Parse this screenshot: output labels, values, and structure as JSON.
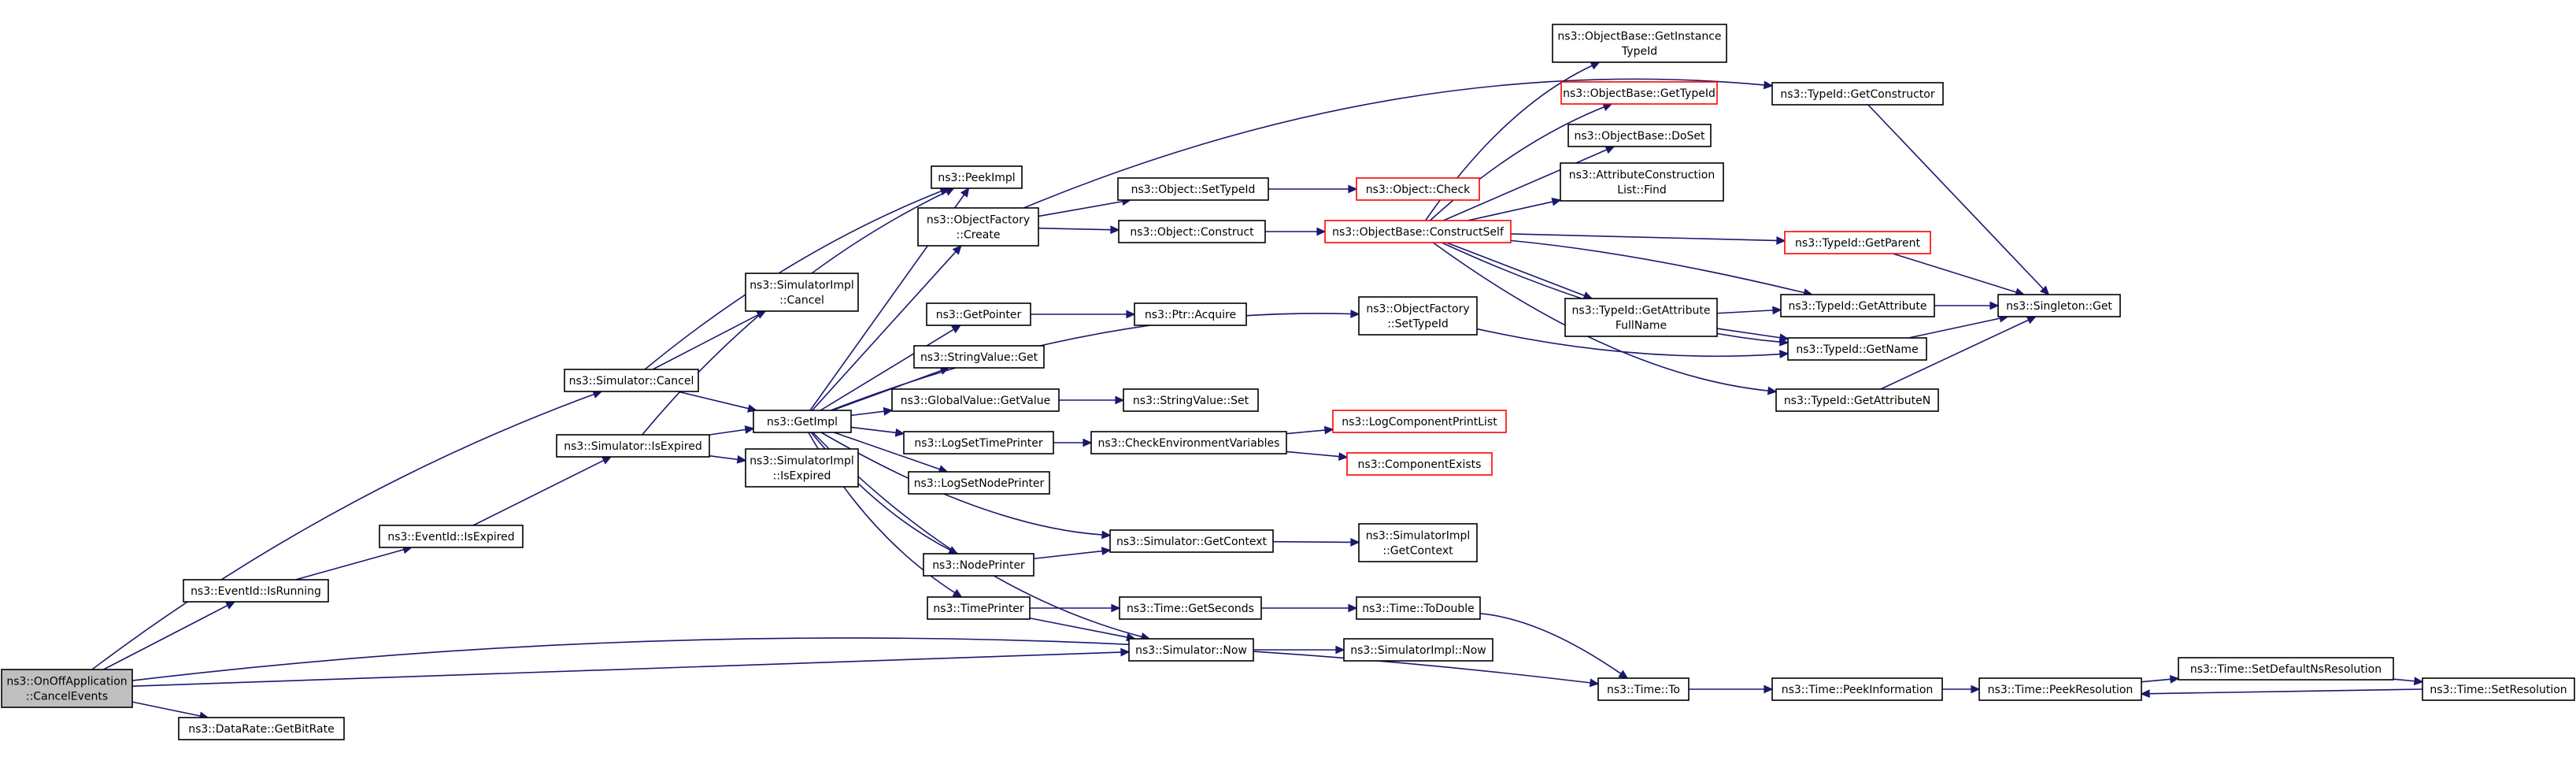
{
  "graph": {
    "nodes": [
      {
        "id": "root",
        "lines": [
          "ns3::OnOffApplication",
          "::CancelEvents"
        ],
        "kind": "root"
      },
      {
        "id": "bitrate",
        "lines": [
          "ns3::DataRate::GetBitRate"
        ]
      },
      {
        "id": "isrunning",
        "lines": [
          "ns3::EventId::IsRunning"
        ]
      },
      {
        "id": "evisexpired",
        "lines": [
          "ns3::EventId::IsExpired"
        ]
      },
      {
        "id": "simisexpired",
        "lines": [
          "ns3::Simulator::IsExpired"
        ]
      },
      {
        "id": "simcancel",
        "lines": [
          "ns3::Simulator::Cancel"
        ]
      },
      {
        "id": "implcancel",
        "lines": [
          "ns3::SimulatorImpl",
          "::Cancel"
        ]
      },
      {
        "id": "implisexpired",
        "lines": [
          "ns3::SimulatorImpl",
          "::IsExpired"
        ]
      },
      {
        "id": "getimpl",
        "lines": [
          "ns3::GetImpl"
        ]
      },
      {
        "id": "peekimpl",
        "lines": [
          "ns3::PeekImpl"
        ]
      },
      {
        "id": "ofcreate",
        "lines": [
          "ns3::ObjectFactory",
          "::Create"
        ]
      },
      {
        "id": "getpointer",
        "lines": [
          "ns3::GetPointer"
        ]
      },
      {
        "id": "stringget",
        "lines": [
          "ns3::StringValue::Get"
        ]
      },
      {
        "id": "gvgetvalue",
        "lines": [
          "ns3::GlobalValue::GetValue"
        ]
      },
      {
        "id": "logsettime",
        "lines": [
          "ns3::LogSetTimePrinter"
        ]
      },
      {
        "id": "logsetnode",
        "lines": [
          "ns3::LogSetNodePrinter"
        ]
      },
      {
        "id": "nodeprinter",
        "lines": [
          "ns3::NodePrinter"
        ]
      },
      {
        "id": "timeprinter",
        "lines": [
          "ns3::TimePrinter"
        ]
      },
      {
        "id": "settypeid",
        "lines": [
          "ns3::Object::SetTypeId"
        ]
      },
      {
        "id": "construct",
        "lines": [
          "ns3::Object::Construct"
        ]
      },
      {
        "id": "ptracquire",
        "lines": [
          "ns3::Ptr::Acquire"
        ]
      },
      {
        "id": "stringset",
        "lines": [
          "ns3::StringValue::Set"
        ]
      },
      {
        "id": "checkenv",
        "lines": [
          "ns3::CheckEnvironmentVariables"
        ]
      },
      {
        "id": "simgetctx",
        "lines": [
          "ns3::Simulator::GetContext"
        ]
      },
      {
        "id": "getseconds",
        "lines": [
          "ns3::Time::GetSeconds"
        ]
      },
      {
        "id": "simnow",
        "lines": [
          "ns3::Simulator::Now"
        ]
      },
      {
        "id": "check",
        "lines": [
          "ns3::Object::Check"
        ],
        "kind": "missing"
      },
      {
        "id": "constructself",
        "lines": [
          "ns3::ObjectBase::ConstructSelf"
        ],
        "kind": "missing"
      },
      {
        "id": "ofsettypeid",
        "lines": [
          "ns3::ObjectFactory",
          "::SetTypeId"
        ]
      },
      {
        "id": "logcomplist",
        "lines": [
          "ns3::LogComponentPrintList"
        ],
        "kind": "missing"
      },
      {
        "id": "compexists",
        "lines": [
          "ns3::ComponentExists"
        ],
        "kind": "missing"
      },
      {
        "id": "implgetctx",
        "lines": [
          "ns3::SimulatorImpl",
          "::GetContext"
        ]
      },
      {
        "id": "todouble",
        "lines": [
          "ns3::Time::ToDouble"
        ]
      },
      {
        "id": "implnow",
        "lines": [
          "ns3::SimulatorImpl::Now"
        ]
      },
      {
        "id": "getinsttid",
        "lines": [
          "ns3::ObjectBase::GetInstance",
          "TypeId"
        ]
      },
      {
        "id": "obgettypeid",
        "lines": [
          "ns3::ObjectBase::GetTypeId"
        ],
        "kind": "missing"
      },
      {
        "id": "doset",
        "lines": [
          "ns3::ObjectBase::DoSet"
        ]
      },
      {
        "id": "acfind",
        "lines": [
          "ns3::AttributeConstruction",
          "List::Find"
        ]
      },
      {
        "id": "getattrfull",
        "lines": [
          "ns3::TypeId::GetAttribute",
          "FullName"
        ]
      },
      {
        "id": "timeto",
        "lines": [
          "ns3::Time::To"
        ]
      },
      {
        "id": "getctor",
        "lines": [
          "ns3::TypeId::GetConstructor"
        ]
      },
      {
        "id": "getparent",
        "lines": [
          "ns3::TypeId::GetParent"
        ],
        "kind": "missing"
      },
      {
        "id": "getattr",
        "lines": [
          "ns3::TypeId::GetAttribute"
        ]
      },
      {
        "id": "getname",
        "lines": [
          "ns3::TypeId::GetName"
        ]
      },
      {
        "id": "getattrn",
        "lines": [
          "ns3::TypeId::GetAttributeN"
        ]
      },
      {
        "id": "peekinfo",
        "lines": [
          "ns3::Time::PeekInformation"
        ]
      },
      {
        "id": "singleton",
        "lines": [
          "ns3::Singleton::Get"
        ]
      },
      {
        "id": "peekres",
        "lines": [
          "ns3::Time::PeekResolution"
        ]
      },
      {
        "id": "setdefns",
        "lines": [
          "ns3::Time::SetDefaultNsResolution"
        ]
      },
      {
        "id": "setres",
        "lines": [
          "ns3::Time::SetResolution"
        ]
      }
    ],
    "edges": [
      [
        "root",
        "bitrate"
      ],
      [
        "root",
        "isrunning"
      ],
      [
        "root",
        "simcancel"
      ],
      [
        "root",
        "simnow"
      ],
      [
        "root",
        "timeto"
      ],
      [
        "isrunning",
        "evisexpired"
      ],
      [
        "evisexpired",
        "simisexpired"
      ],
      [
        "simisexpired",
        "getimpl"
      ],
      [
        "simisexpired",
        "implisexpired"
      ],
      [
        "simisexpired",
        "peekimpl"
      ],
      [
        "simcancel",
        "implcancel"
      ],
      [
        "simcancel",
        "getimpl"
      ],
      [
        "simcancel",
        "peekimpl"
      ],
      [
        "getimpl",
        "peekimpl"
      ],
      [
        "getimpl",
        "ofcreate"
      ],
      [
        "getimpl",
        "getpointer"
      ],
      [
        "getimpl",
        "stringget"
      ],
      [
        "getimpl",
        "gvgetvalue"
      ],
      [
        "getimpl",
        "logsettime"
      ],
      [
        "getimpl",
        "logsetnode"
      ],
      [
        "getimpl",
        "nodeprinter"
      ],
      [
        "getimpl",
        "timeprinter"
      ],
      [
        "getimpl",
        "ofsettypeid"
      ],
      [
        "getimpl",
        "simgetctx"
      ],
      [
        "getimpl",
        "simnow"
      ],
      [
        "ofcreate",
        "settypeid"
      ],
      [
        "ofcreate",
        "construct"
      ],
      [
        "ofcreate",
        "getctor"
      ],
      [
        "getpointer",
        "ptracquire"
      ],
      [
        "gvgetvalue",
        "stringset"
      ],
      [
        "logsettime",
        "checkenv"
      ],
      [
        "checkenv",
        "logcomplist"
      ],
      [
        "checkenv",
        "compexists"
      ],
      [
        "nodeprinter",
        "simgetctx"
      ],
      [
        "simgetctx",
        "implgetctx"
      ],
      [
        "timeprinter",
        "getseconds"
      ],
      [
        "timeprinter",
        "simnow"
      ],
      [
        "getseconds",
        "todouble"
      ],
      [
        "simnow",
        "implnow"
      ],
      [
        "todouble",
        "timeto"
      ],
      [
        "settypeid",
        "check"
      ],
      [
        "construct",
        "constructself"
      ],
      [
        "constructself",
        "getinsttid"
      ],
      [
        "constructself",
        "obgettypeid"
      ],
      [
        "constructself",
        "doset"
      ],
      [
        "constructself",
        "acfind"
      ],
      [
        "constructself",
        "getattrfull"
      ],
      [
        "constructself",
        "getparent"
      ],
      [
        "constructself",
        "getattr"
      ],
      [
        "constructself",
        "getname"
      ],
      [
        "constructself",
        "getattrn"
      ],
      [
        "ofsettypeid",
        "getname"
      ],
      [
        "getattrfull",
        "getattr"
      ],
      [
        "getattrfull",
        "getname"
      ],
      [
        "getctor",
        "singleton"
      ],
      [
        "getparent",
        "singleton"
      ],
      [
        "getattr",
        "singleton"
      ],
      [
        "getname",
        "singleton"
      ],
      [
        "getattrn",
        "singleton"
      ],
      [
        "timeto",
        "peekinfo"
      ],
      [
        "peekinfo",
        "peekres"
      ],
      [
        "peekres",
        "setdefns"
      ],
      [
        "setdefns",
        "setres"
      ],
      [
        "setres",
        "peekres"
      ]
    ]
  }
}
